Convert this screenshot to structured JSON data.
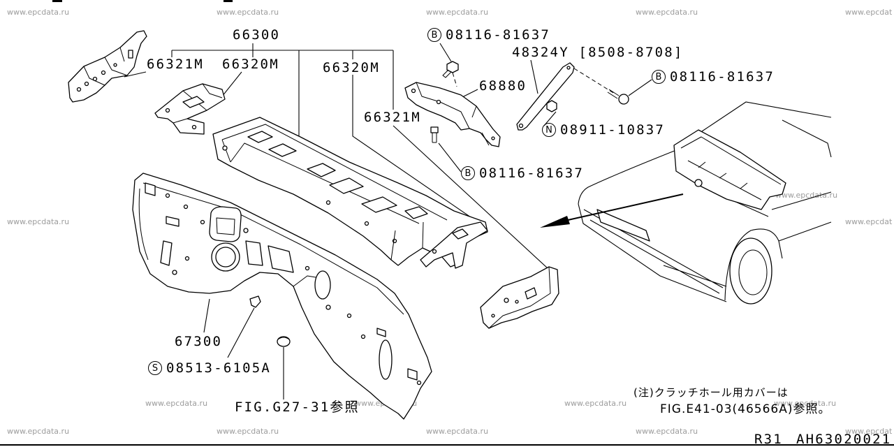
{
  "watermark": "www.epcdata.ru",
  "labels": {
    "assembly_66300": "66300",
    "bracket_66321m_left": "66321M",
    "bracket_66320m_left": "66320M",
    "bracket_66320m_right": "66320M",
    "bracket_66321m_right": "66321M",
    "bolt_top": {
      "prefix": "B",
      "code": "08116-81637"
    },
    "rod_48324y": "48324Y [8508-8708]",
    "bracket_68880": "68880",
    "bolt_right": {
      "prefix": "B",
      "code": "08116-81637"
    },
    "nut": {
      "prefix": "N",
      "code": "08911-10837"
    },
    "bolt_bottom": {
      "prefix": "B",
      "code": "08116-81637"
    },
    "dash_panel_67300": "67300",
    "clip": {
      "prefix": "S",
      "code": "08513-6105A"
    },
    "plug_reference": "FIG.G27-31参照"
  },
  "note": {
    "line1": "(注)クラッチホール用カバーは",
    "line2": "FIG.E41-03(46566A)参照。"
  },
  "footer": {
    "model": "R31",
    "illustration_code": "AH63020021"
  }
}
